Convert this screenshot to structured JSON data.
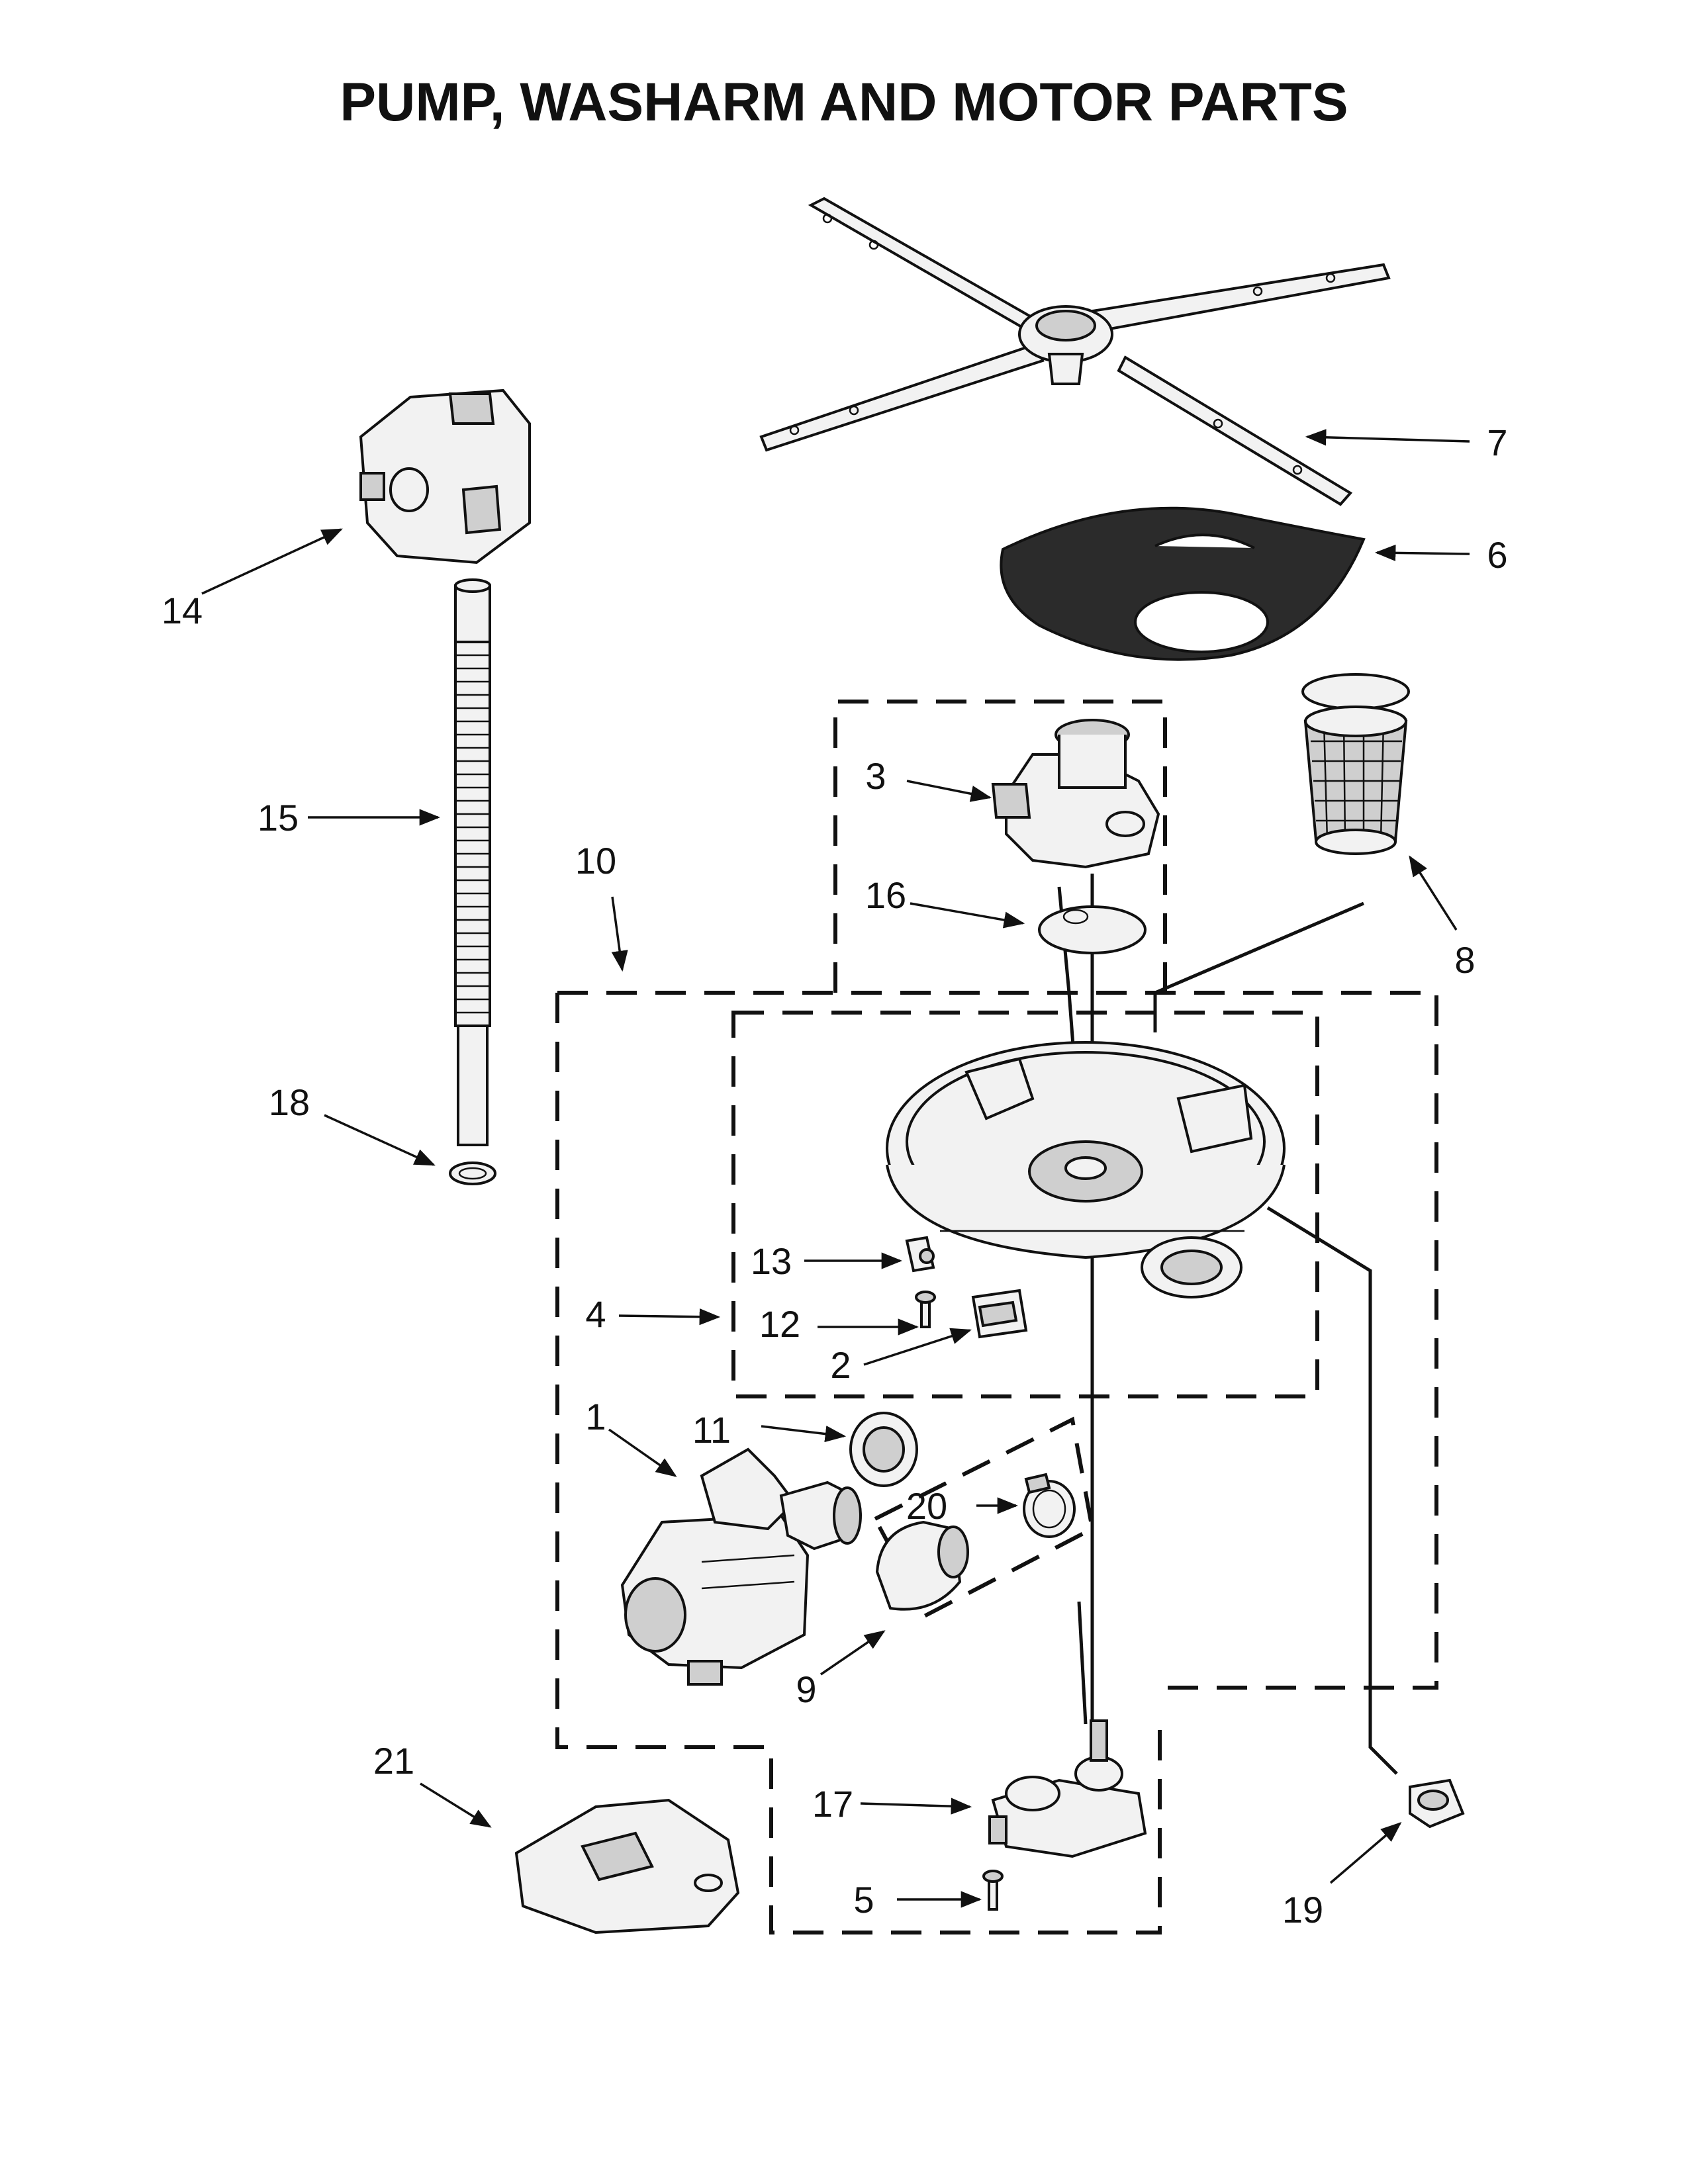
{
  "title": "PUMP, WASHARM AND MOTOR PARTS",
  "callouts": {
    "c1": "1",
    "c2": "2",
    "c3": "3",
    "c4": "4",
    "c5": "5",
    "c6": "6",
    "c7": "7",
    "c8": "8",
    "c9": "9",
    "c10": "10",
    "c11": "11",
    "c12": "12",
    "c13": "13",
    "c14": "14",
    "c15": "15",
    "c16": "16",
    "c17": "17",
    "c18": "18",
    "c19": "19",
    "c20": "20",
    "c21": "21"
  }
}
